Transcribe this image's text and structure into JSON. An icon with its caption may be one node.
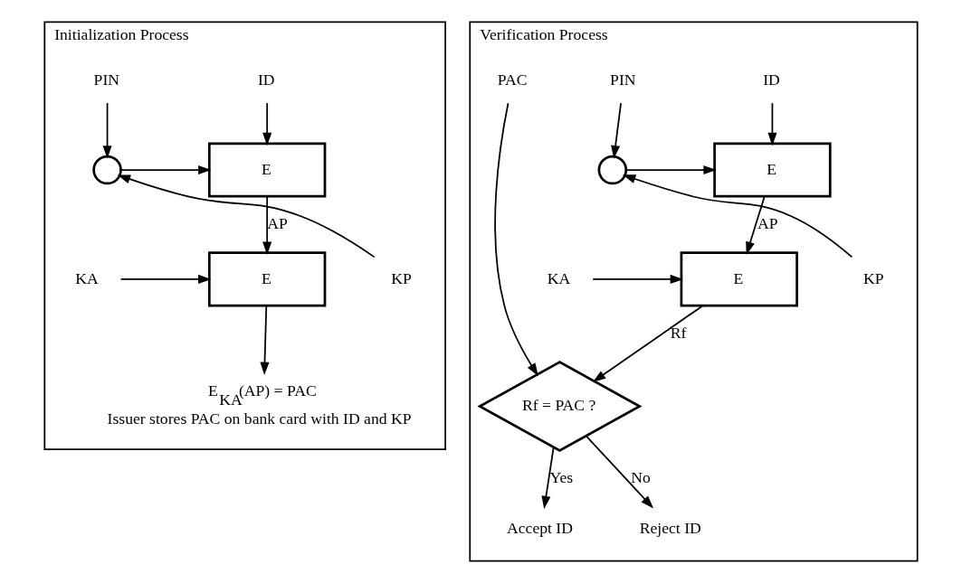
{
  "diagram": {
    "nodes": [
      {
        "text": [
          "Initialization Process"
        ]
      },
      {
        "text": [
          "PIN"
        ],
        "in": 0
      },
      {
        "text": [],
        "shape": "circle",
        "in": 0
      },
      {
        "text": [
          "ID"
        ],
        "in": 0
      },
      {
        "text": [
          "E"
        ],
        "in": 0
      },
      {
        "text": [
          "KP"
        ],
        "in": 0
      },
      {
        "text": [
          "KA"
        ],
        "in": 0
      },
      {
        "text": [
          "E"
        ],
        "in": 0
      },
      {
        "text": [
          "E$_{KA}$(AP) = PAC",
          "Issuer stores PAC on bank card with ID and KP"
        ],
        "in": 0
      },
      {
        "text": [
          "Verification Process"
        ]
      },
      {
        "text": [
          "PIN"
        ],
        "in": 9
      },
      {
        "text": [],
        "shape": "circle",
        "in": 9
      },
      {
        "text": [
          "ID"
        ],
        "in": 9
      },
      {
        "text": [
          "E"
        ],
        "in": 9
      },
      {
        "text": [
          "KP"
        ],
        "in": 9
      },
      {
        "text": [
          "PAC"
        ],
        "in": 9
      },
      {
        "text": [
          "KA"
        ],
        "in": 9
      },
      {
        "text": [
          "E"
        ],
        "in": 9
      },
      {
        "text": [
          "Rf = PAC ?"
        ],
        "in": 9
      },
      {
        "text": [
          "Accept ID"
        ],
        "in": 9
      },
      {
        "text": [
          "Reject ID"
        ],
        "in": 9
      }
    ],
    "edges": [
      {
        "from": 1,
        "to": 2,
        "arrow": "to"
      },
      {
        "from": 5,
        "to": 2,
        "arrow": "to"
      },
      {
        "from": 2,
        "to": 4,
        "arrow": "to"
      },
      {
        "from": 3,
        "to": 4,
        "arrow": "to"
      },
      {
        "from": 4,
        "to": 7,
        "arrow": "to",
        "label": "AP"
      },
      {
        "from": 6,
        "to": 7,
        "arrow": "to"
      },
      {
        "from": 7,
        "to": 8,
        "arrow": "to"
      },
      {
        "from": 10,
        "to": 11,
        "arrow": "to"
      },
      {
        "from": 14,
        "to": 11,
        "arrow": "to"
      },
      {
        "from": 11,
        "to": 13,
        "arrow": "to"
      },
      {
        "from": 12,
        "to": 13,
        "arrow": "to"
      },
      {
        "from": 13,
        "to": 17,
        "arrow": "to",
        "label": "AP"
      },
      {
        "from": 16,
        "to": 17,
        "arrow": "to"
      },
      {
        "from": 17,
        "to": 18,
        "arrow": "to",
        "label": "Rf"
      },
      {
        "from": 15,
        "to": 18,
        "arrow": "to"
      },
      {
        "from": 18,
        "to": 19,
        "arrow": "to",
        "label": "Yes"
      },
      {
        "from": 18,
        "to": 20,
        "arrow": "to",
        "label": "No"
      }
    ]
  }
}
